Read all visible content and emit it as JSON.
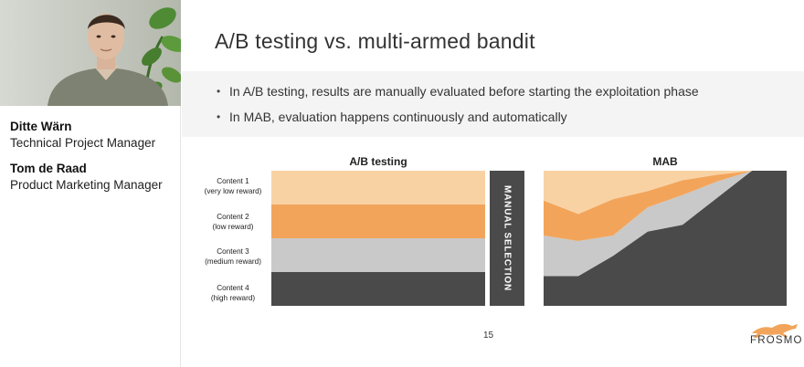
{
  "presenters": [
    {
      "name": "Ditte Wärn",
      "role": "Technical Project Manager"
    },
    {
      "name": "Tom de Raad",
      "role": "Product Marketing Manager"
    }
  ],
  "slide": {
    "title": "A/B testing vs. multi-armed bandit",
    "bullets": [
      "In A/B testing, results are manually evaluated before starting the exploitation phase",
      "In MAB, evaluation happens continuously and automatically"
    ],
    "ab_title": "A/B testing",
    "mab_title": "MAB",
    "manual_selection_label": "MANUAL SELECTION",
    "rows": [
      {
        "line1": "Content 1",
        "line2": "(very low reward)",
        "color": "#f9d2a4"
      },
      {
        "line1": "Content 2",
        "line2": "(low reward)",
        "color": "#f2a55a"
      },
      {
        "line1": "Content 3",
        "line2": "(medium reward)",
        "color": "#c9c9c9"
      },
      {
        "line1": "Content 4",
        "line2": "(high reward)",
        "color": "#4a4a4a"
      }
    ],
    "page_number": "15",
    "logo_text": "FROSMO",
    "logo_color": "#f2a55a"
  },
  "chart_data": {
    "type": "area",
    "title": "MAB",
    "x": [
      0,
      1,
      2,
      3,
      4,
      5,
      6,
      7
    ],
    "series": [
      {
        "name": "Content 4",
        "values": [
          0.22,
          0.22,
          0.37,
          0.55,
          0.6,
          0.8,
          1.0,
          1.0
        ]
      },
      {
        "name": "Content 3",
        "values": [
          0.3,
          0.26,
          0.15,
          0.18,
          0.22,
          0.12,
          0.0,
          0.0
        ]
      },
      {
        "name": "Content 2",
        "values": [
          0.26,
          0.2,
          0.27,
          0.12,
          0.11,
          0.05,
          0.0,
          0.0
        ]
      },
      {
        "name": "Content 1",
        "values": [
          0.22,
          0.32,
          0.21,
          0.15,
          0.07,
          0.03,
          0.0,
          0.0
        ]
      }
    ],
    "ylim": [
      0,
      1
    ]
  }
}
